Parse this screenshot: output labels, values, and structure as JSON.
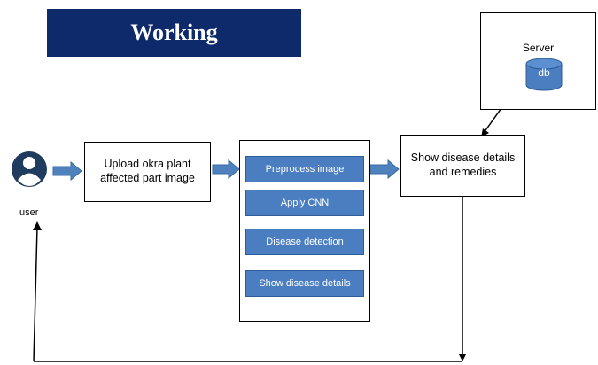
{
  "title": "Working",
  "user": {
    "label": "user"
  },
  "upload": {
    "text": "Upload okra plant affected part image"
  },
  "steps": [
    "Preprocess image",
    "Apply CNN",
    "Disease detection",
    "Show disease details"
  ],
  "show_result": {
    "text": "Show disease details and remedies"
  },
  "server": {
    "label": "Server",
    "db_label": "db"
  },
  "colors": {
    "banner": "#0e2a6b",
    "step_fill": "#4a7ec0",
    "arrow_fill": "#4f81bd",
    "user_icon": "#1f3b5e"
  }
}
